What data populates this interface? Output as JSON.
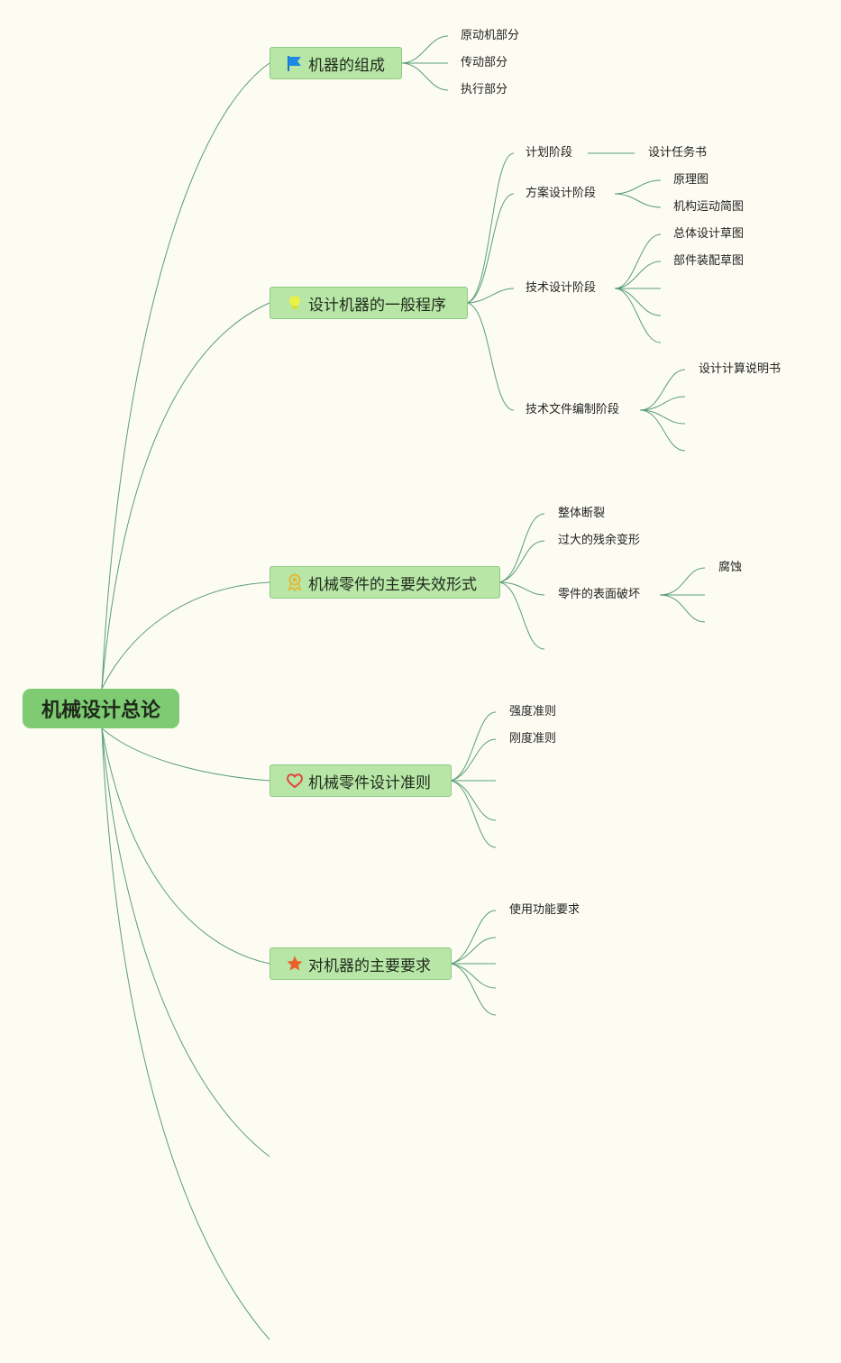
{
  "root": {
    "label": "机械设计总论"
  },
  "branches": [
    {
      "label": "机器的组成",
      "icon": "flag-icon"
    },
    {
      "label": "设计机器的一般程序",
      "icon": "lightbulb-icon"
    },
    {
      "label": "机械零件的主要失效形式",
      "icon": "award-icon"
    },
    {
      "label": "机械零件设计准则",
      "icon": "heart-icon"
    },
    {
      "label": "对机器的主要要求",
      "icon": "star-icon"
    }
  ],
  "composition": {
    "items": [
      "原动机部分",
      "传动部分",
      "执行部分"
    ]
  },
  "procedure": {
    "planning": {
      "label": "计划阶段",
      "child": "设计任务书"
    },
    "scheme": {
      "label": "方案设计阶段",
      "children": [
        "原理图",
        "机构运动简图"
      ]
    },
    "technical": {
      "label": "技术设计阶段",
      "children": [
        "总体设计草图",
        "部件装配草图"
      ]
    },
    "documents": {
      "label": "技术文件编制阶段",
      "children": [
        "设计计算说明书"
      ]
    }
  },
  "failure": {
    "items": [
      "整体断裂",
      "过大的残余变形",
      "零件的表面破坏"
    ],
    "surface_children": [
      "腐蚀"
    ]
  },
  "criteria": {
    "items": [
      "强度准则",
      "刚度准则"
    ]
  },
  "requirements": {
    "items": [
      "使用功能要求"
    ]
  },
  "colors": {
    "background": "#fdfcf3",
    "root_fill": "#7ecb73",
    "branch_fill": "#b8e6a6",
    "link": "#5a9e78"
  }
}
